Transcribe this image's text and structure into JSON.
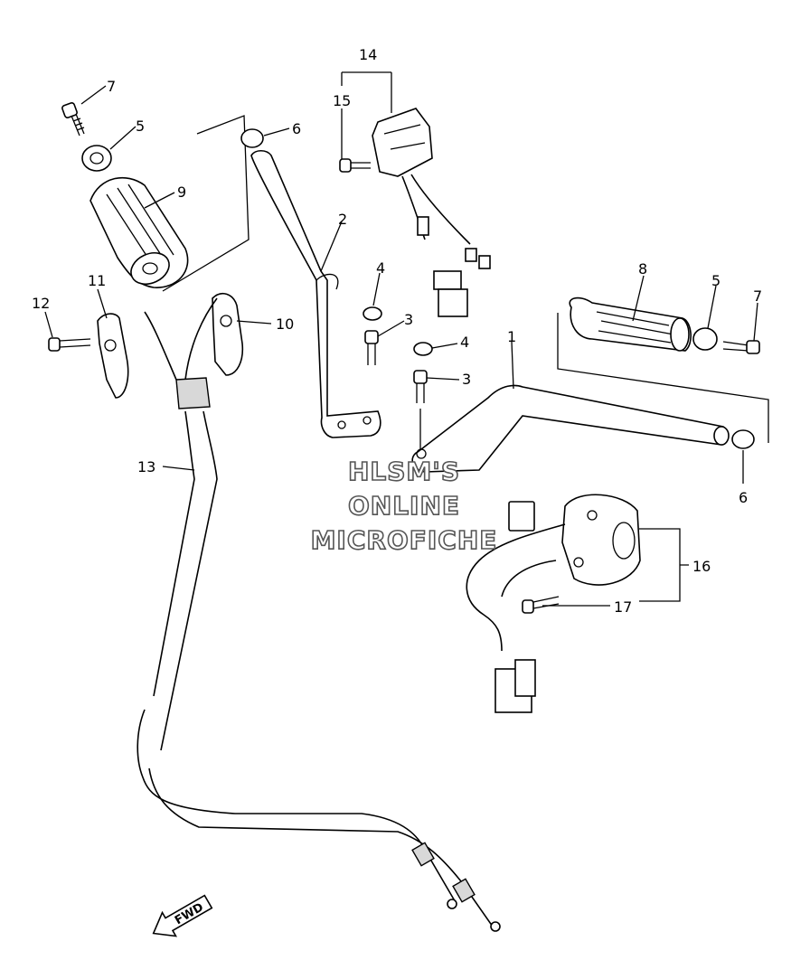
{
  "callouts": {
    "c1": "1",
    "c2": "2",
    "c3a": "3",
    "c3b": "3",
    "c4a": "4",
    "c4b": "4",
    "c5a": "5",
    "c5b": "5",
    "c6a": "6",
    "c6b": "6",
    "c7a": "7",
    "c7b": "7",
    "c8": "8",
    "c9": "9",
    "c10": "10",
    "c11": "11",
    "c12": "12",
    "c13": "13",
    "c14": "14",
    "c15": "15",
    "c16": "16",
    "c17": "17"
  },
  "watermark": {
    "line1": "HLSM'S",
    "line2": "ONLINE",
    "line3": "MICROFICHE"
  },
  "direction_label": "FWD"
}
